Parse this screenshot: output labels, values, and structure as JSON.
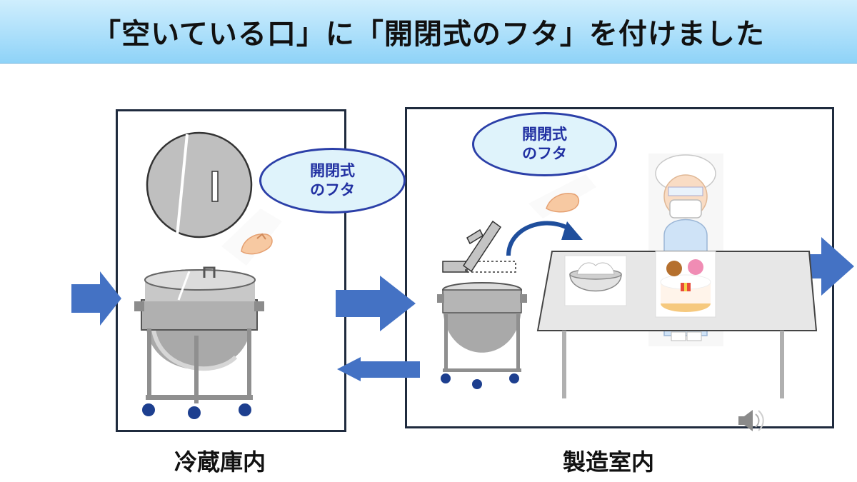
{
  "title": "「空いている口」に「開閉式のフタ」を付けました",
  "bubbles": [
    {
      "line1": "開閉式",
      "line2": "のフタ"
    },
    {
      "line1": "開閉式",
      "line2": "のフタ"
    }
  ],
  "rooms": {
    "fridge": "冷蔵庫内",
    "production": "製造室内"
  },
  "colors": {
    "title_bar": "#8fd3f8",
    "arrow": "#4472c4",
    "bubble_border": "#2b3fa8",
    "bubble_fill": "#dff3fb",
    "frame": "#1f2b3e",
    "table": "#e7e7e7"
  },
  "icons": [
    "lid-disk-icon",
    "pointing-hand-icon",
    "stock-pot-with-lid-icon",
    "open-lid-icon",
    "curved-arrow-icon",
    "stock-pot-open-icon",
    "cream-bowl-icon",
    "cake-icon",
    "worker-icon",
    "work-table-icon",
    "speaker-icon"
  ]
}
